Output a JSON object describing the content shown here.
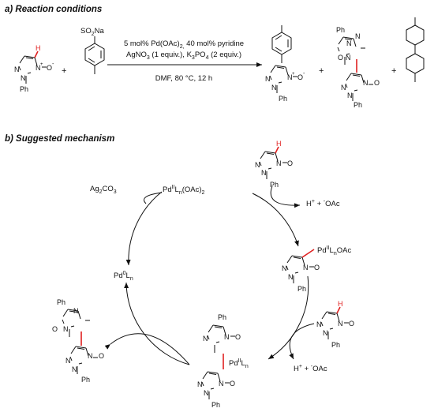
{
  "section_a": {
    "title": "a) Reaction conditions"
  },
  "section_b": {
    "title": "b) Suggested mechanism"
  },
  "reaction": {
    "conditions_line1": "5 mol% Pd(OAc)",
    "conditions_line1_sub": "2,",
    "conditions_line1_tail": " 40 mol% pyridine",
    "conditions_line2_a": "AgNO",
    "conditions_line2_sub1": "3",
    "conditions_line2_b": " (1 equiv.), K",
    "conditions_line2_sub2": "3",
    "conditions_line2_c": "PO",
    "conditions_line2_sub3": "4",
    "conditions_line2_d": " (2 equiv.)",
    "conditions_line3": "DMF, 80 °C, 12 h",
    "reagent_label": "SO",
    "reagent_sub": "2",
    "reagent_tail": "Na",
    "plus": "+"
  },
  "mechanism": {
    "top_species": "Pd",
    "top_sup": "II",
    "top_tail": "L",
    "top_sub": "n",
    "top_end": "(OAc)",
    "top_end_sub": "2",
    "oxidant": "Ag",
    "oxidant_sub": "2",
    "oxidant_tail": "CO",
    "oxidant_sub2": "3",
    "pd0": "Pd",
    "pd0_sup": "0",
    "pd0_tail": "L",
    "pd0_sub": "n",
    "byproduct": "H",
    "byproduct_sup": "+",
    "byproduct_tail": " + ",
    "byproduct_sup2": "-",
    "byproduct_end": "OAc",
    "right_species": "Pd",
    "right_sup": "II",
    "right_tail": "L",
    "right_sub": "n",
    "right_end": "OAc",
    "bottom_species": "Pd",
    "bottom_sup": "II",
    "bottom_tail": "L",
    "bottom_sub": "n"
  },
  "atoms": {
    "N": "N",
    "Nplus": "N",
    "plus": "+",
    "Ominus": "O",
    "minus": "-",
    "Ph": "Ph",
    "H": "H"
  },
  "colors": {
    "accent_bond": "#e02020",
    "text": "#111111"
  }
}
